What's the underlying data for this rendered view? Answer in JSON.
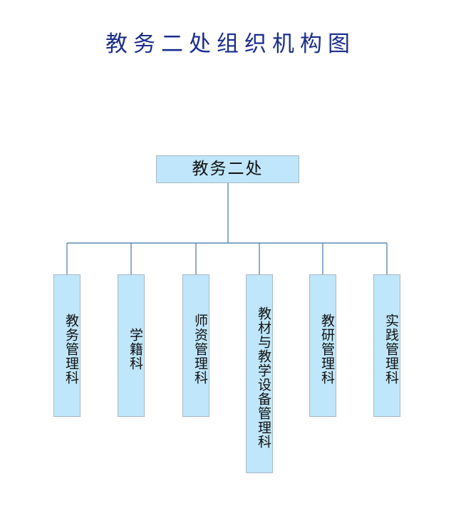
{
  "diagram": {
    "title": "教务二处组织机构图",
    "root": {
      "label": "教务二处"
    },
    "departments": [
      {
        "label": "教务管理科"
      },
      {
        "label": "学籍科"
      },
      {
        "label": "师资管理科"
      },
      {
        "label": "教材与教学设备管理科"
      },
      {
        "label": "教研管理科"
      },
      {
        "label": "实践管理科"
      }
    ],
    "colors": {
      "box_fill": "#bfe6fa",
      "box_border": "#a9b7c4",
      "connector": "#5b8bb5",
      "title": "#1a2e8c"
    }
  }
}
